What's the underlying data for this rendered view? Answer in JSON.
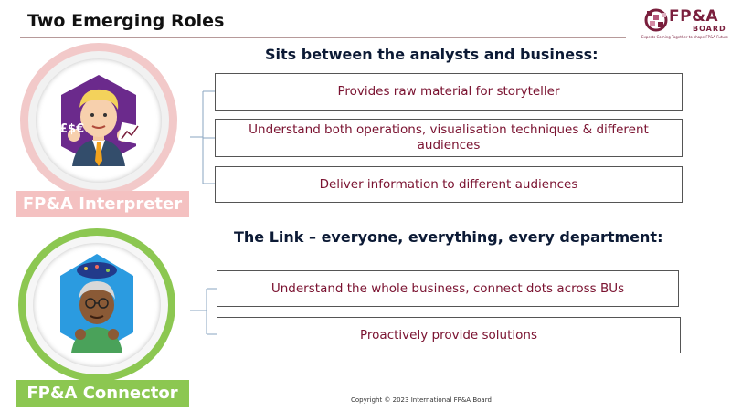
{
  "title": "Two Emerging Roles",
  "logo": {
    "brand": "FP&A",
    "sub": "BOARD",
    "tagline": "Experts Coming Together to shape FP&A Future"
  },
  "roles": [
    {
      "label": "FP&A Interpreter",
      "color": "#f4c1c1",
      "icon": "interpreter-avatar-icon",
      "avatar_text": "£$€"
    },
    {
      "label": "FP&A Connector",
      "color": "#8cc751",
      "icon": "connector-avatar-icon"
    }
  ],
  "sections": [
    {
      "heading": "Sits between the analysts and business:",
      "items": [
        "Provides raw material for storyteller",
        "Understand both operations, visualisation techniques & different audiences",
        "Deliver information to different audiences"
      ]
    },
    {
      "heading": "The Link – everyone, everything, every department:",
      "items": [
        "Understand the whole business, connect dots across BUs",
        "Proactively provide solutions"
      ]
    }
  ],
  "copyright": "Copyright © 2023 International FP&A Board",
  "colors": {
    "accent": "#7a1230",
    "heading": "#0c1a35",
    "interpreter": "#f4c1c1",
    "connector": "#8cc751"
  }
}
